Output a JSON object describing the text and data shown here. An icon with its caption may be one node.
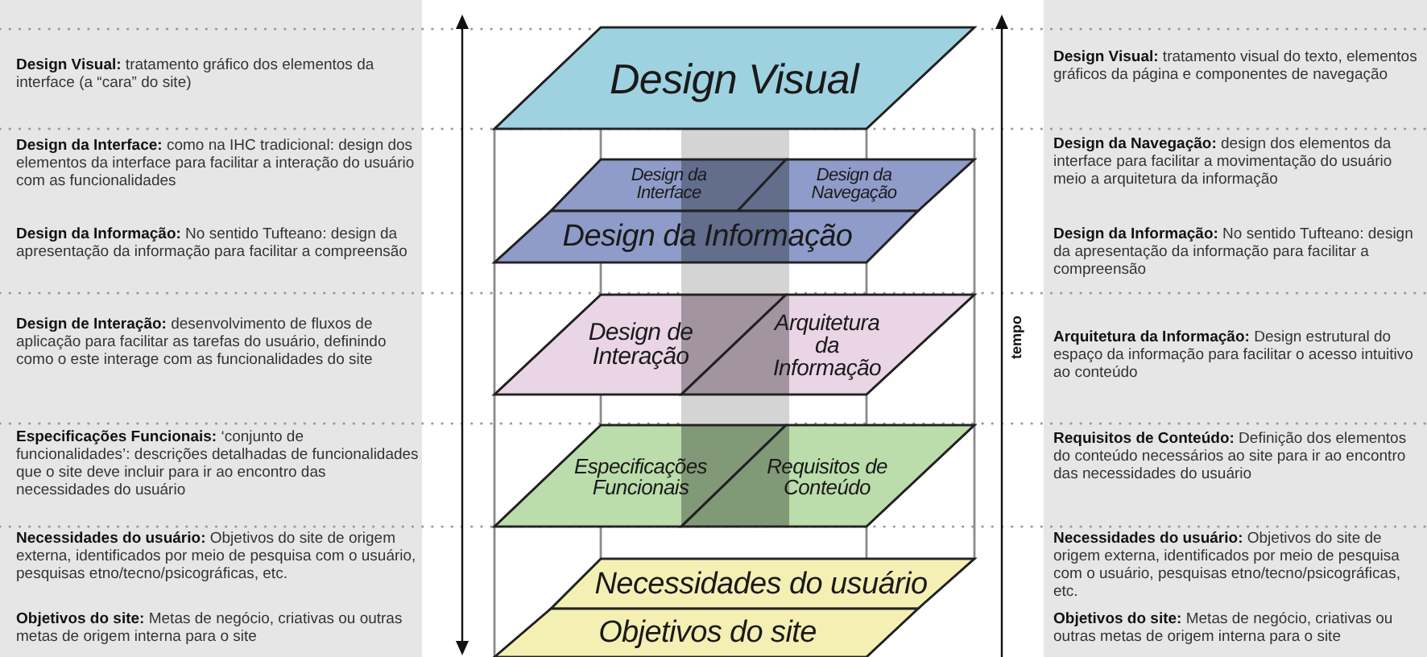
{
  "diagram": {
    "nodes": [
      {
        "text": [
          "Design Visual"
        ]
      },
      {
        "text": [
          "Design da Interface"
        ]
      },
      {
        "text": [
          "Design da Navegação"
        ]
      },
      {
        "text": [
          "Design da Informação"
        ]
      },
      {
        "text": [
          "Design de Interação"
        ]
      },
      {
        "text": [
          "Arquitetura da Informação"
        ]
      },
      {
        "text": [
          "Especificações Funcionais"
        ]
      },
      {
        "text": [
          "Requisitos de Conteúdo"
        ]
      },
      {
        "text": [
          "Necessidades do usuário"
        ]
      },
      {
        "text": [
          "Objetivos do site"
        ]
      }
    ],
    "labels": [
      "**Design Visual:** tratamento gráfico dos elementos da interface (a “cara” do site)",
      "**Design da Interface:** como na IHC tradicional: design dos elementos da interface para facilitar a interação do usuário com as funcionalidades",
      "**Design da Informação:** No sentido Tufteano: design da apresentação da informação para facilitar a compreensão",
      "**Design de Interação:** desenvolvimento de fluxos de aplicação para facilitar as tarefas do usuário, definindo como o este interage com as funcionalidades do site",
      "**Especificações Funcionais:** ‘conjunto de funcionalidades’: descrições detalhadas de funcionalidades que o site deve incluir para ir ao encontro das necessidades do usuário",
      "**Necessidades do usuário:** Objetivos do site de origem externa, identificados por meio de pesquisa com o usuário, pesquisas etno/tecno/psicográficas, etc.",
      "**Objetivos do site:** Metas de negócio, criativas ou outras metas de origem interna para o site",
      "tempo",
      "**Design Visual:** tratamento visual do texto, elementos gráficos da página e componentes de navegação",
      "**Design da Navegação:** design dos elementos da interface para facilitar a movimentação do usuário meio a arquitetura da informação",
      "**Design da Informação:** No sentido Tufteano: design da apresentação da informação para facilitar a compreensão",
      "**Arquitetura da Informação:** Design estrutural do espaço da informação para facilitar o acesso intuitivo ao conteúdo",
      "**Requisitos de Conteúdo:** Definição dos elementos do conteúdo necessários ao site para ir ao encontro das necessidades do usuário",
      "**Necessidades do usuário:** Objetivos do site de origem externa, identificados por meio de pesquisa com o usuário, pesquisas etno/tecno/psicográficas, etc.",
      "**Objetivos do site:** Metas de negócio, criativas ou outras metas de origem interna para o site"
    ]
  }
}
